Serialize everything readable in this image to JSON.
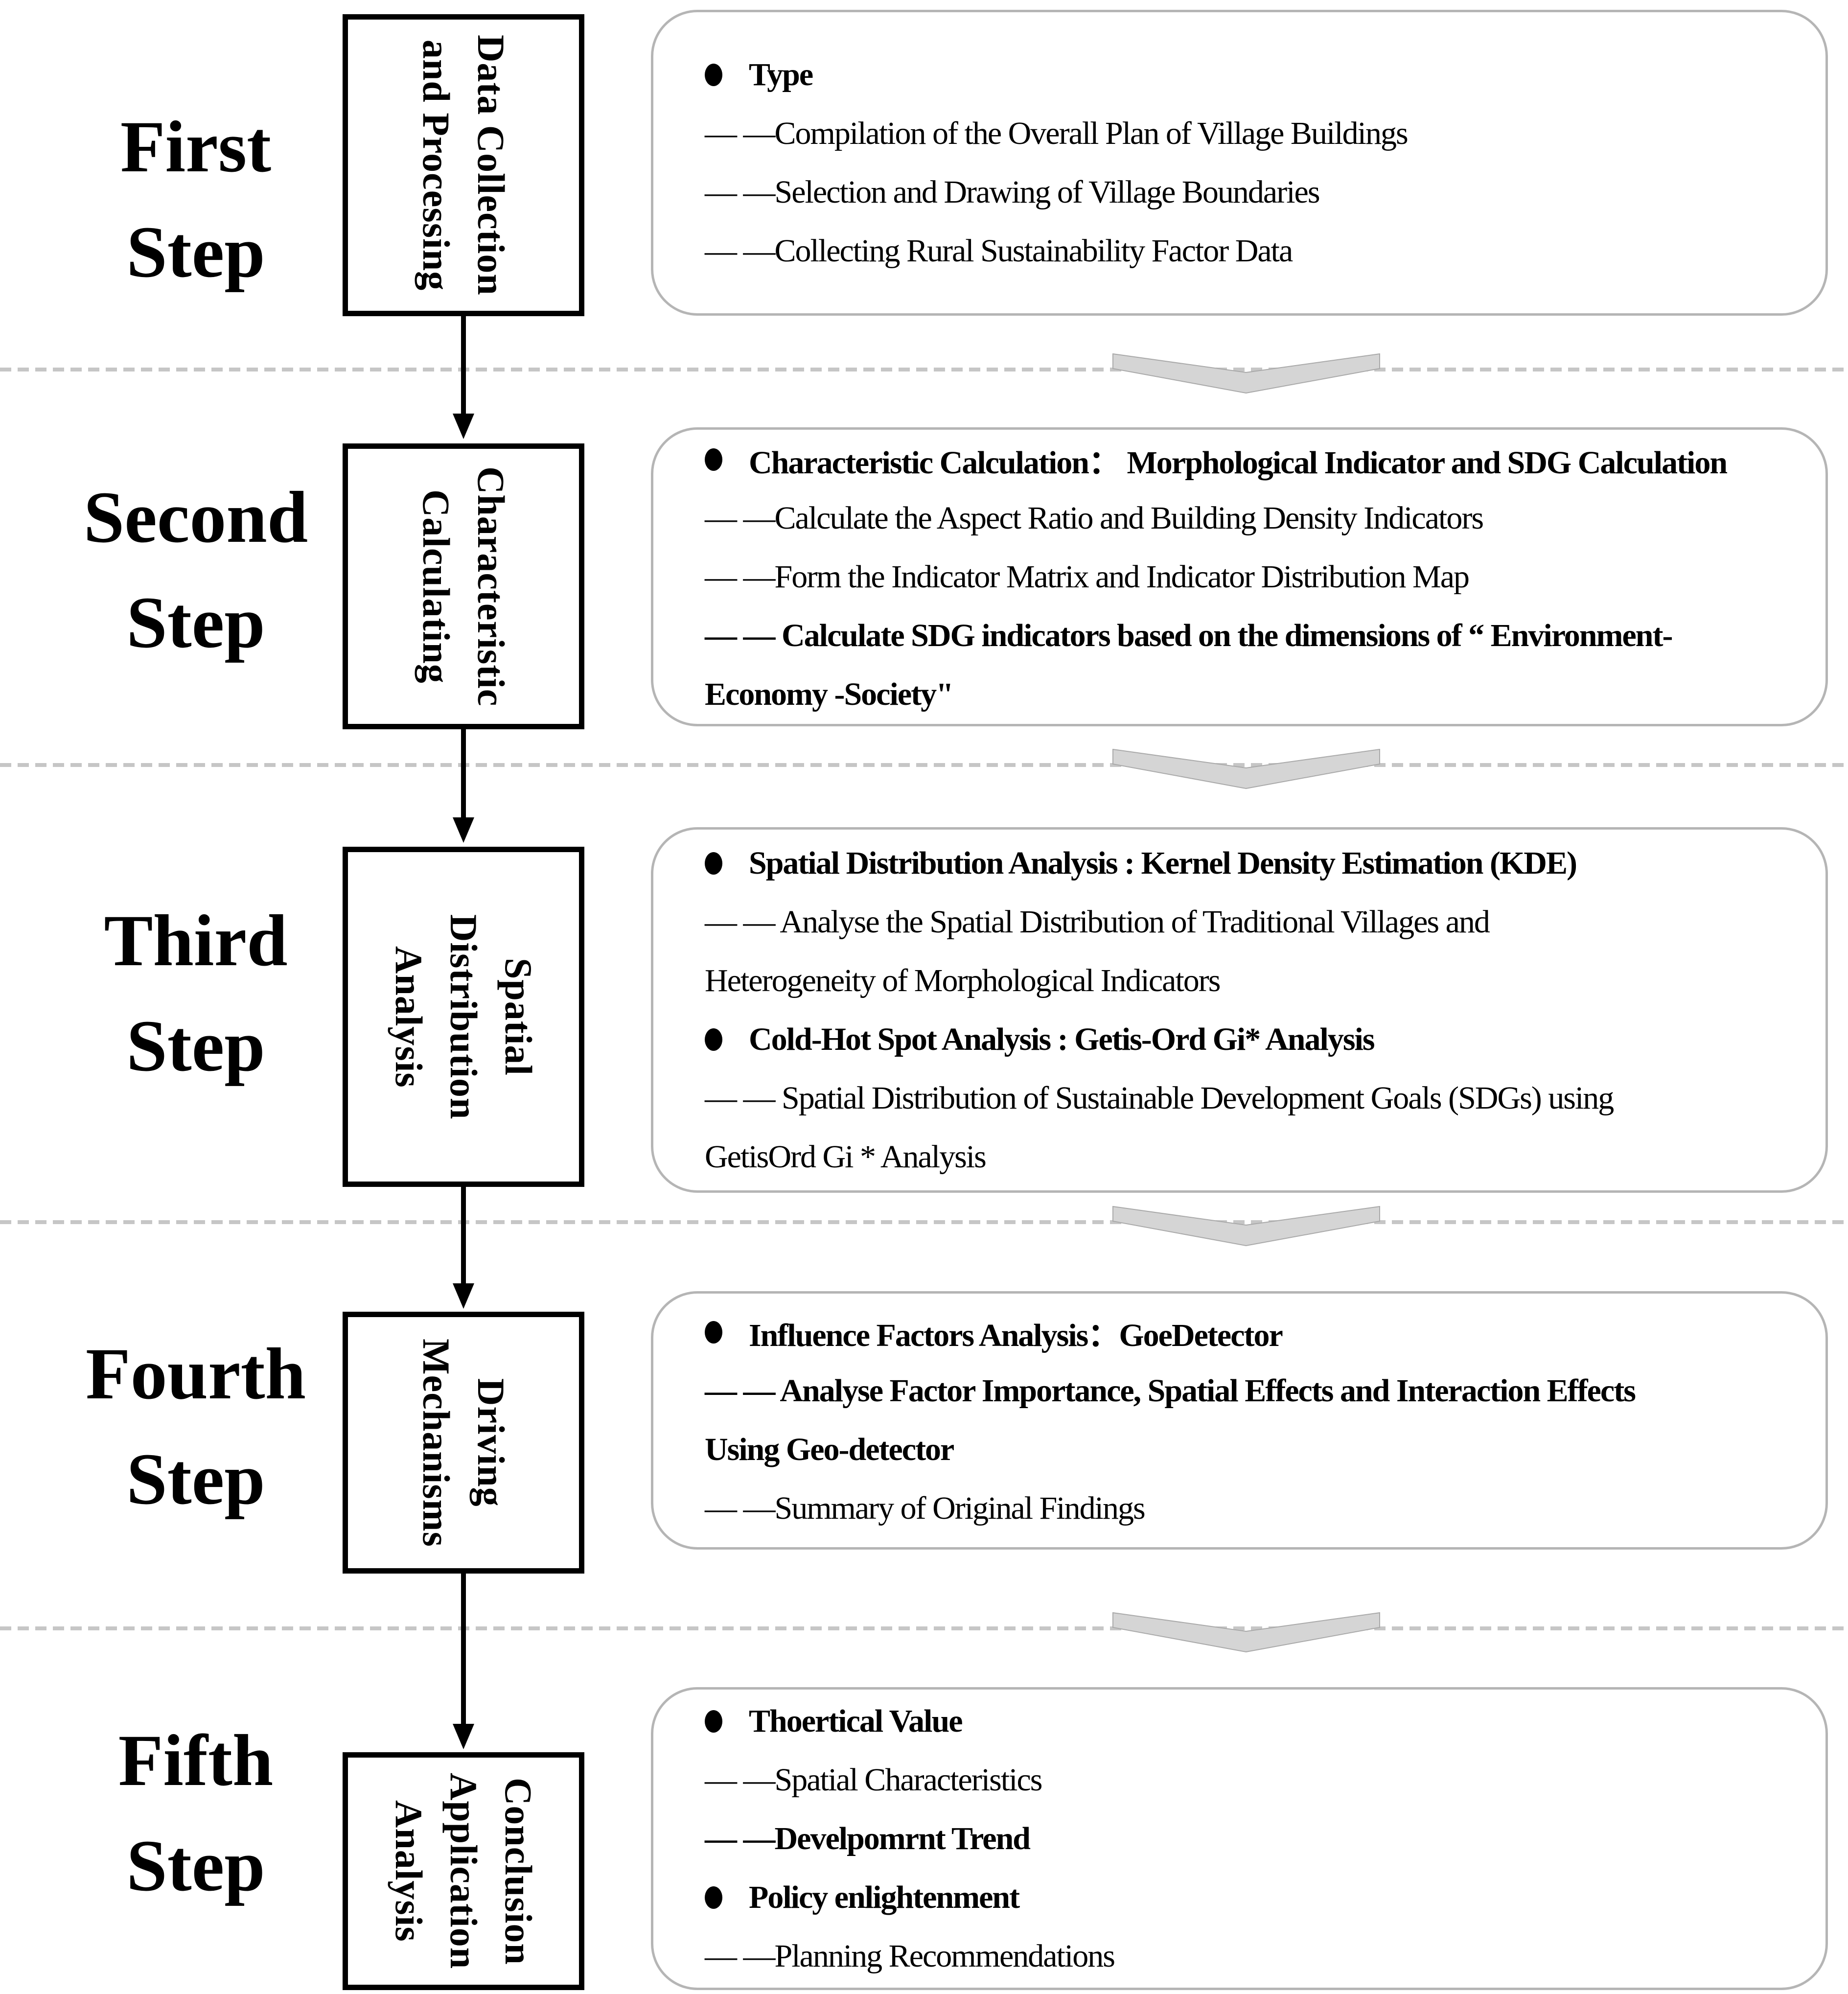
{
  "colors": {
    "text": "#000000",
    "box_border": "#000000",
    "panel_border": "#b5b5b5",
    "divider": "#c6c6c6",
    "chevron_fill": "#d5d5d5",
    "chevron_stroke": "#a9a9a9"
  },
  "steps": [
    {
      "label": "First\nStep",
      "box_label": "Data Collection\nand Processing",
      "panel_lines": [
        {
          "text": "Type"
        },
        {
          "text": "— —Compilation of the Overall Plan of Village Buildings"
        },
        {
          "text": "— —Selection and Drawing of Village Boundaries"
        },
        {
          "text": "— —Collecting Rural Sustainability Factor Data"
        }
      ]
    },
    {
      "label": "Second\nStep",
      "box_label": "Characteristic\nCalculating",
      "panel_lines": [
        {
          "text": "Characteristic Calculation： Morphological Indicator and SDG Calculation"
        },
        {
          "text": "— —Calculate the Aspect Ratio and Building Density Indicators"
        },
        {
          "text": "— —Form the Indicator Matrix and Indicator Distribution Map"
        },
        {
          "text": "— — Calculate SDG indicators based on the dimensions of “ Environment-"
        },
        {
          "text": "Economy -Society\""
        }
      ]
    },
    {
      "label": "Third\nStep",
      "box_label": "Spatial\nDistribution\nAnalysis",
      "panel_lines": [
        {
          "text": "Spatial Distribution Analysis :  Kernel Density Estimation (KDE)"
        },
        {
          "text": "— — Analyse the Spatial Distribution of Traditional Villages and"
        },
        {
          "text": "Heterogeneity of Morphological Indicators"
        },
        {
          "text": "Cold-Hot Spot Analysis : Getis-Ord Gi* Analysis"
        },
        {
          "text": "— — Spatial Distribution of Sustainable Development Goals (SDGs) using"
        },
        {
          "text": "GetisOrd Gi * Analysis"
        }
      ]
    },
    {
      "label": "Fourth\nStep",
      "box_label": "Driving\nMechanisms",
      "panel_lines": [
        {
          "text": "Influence Factors Analysis：GoeDetector"
        },
        {
          "text": "— — Analyse Factor Importance, Spatial Effects and Interaction Effects"
        },
        {
          "text": "Using Geo-detector"
        },
        {
          "text": "— —Summary of Original Findings"
        }
      ]
    },
    {
      "label": "Fifth\nStep",
      "box_label": "Conclusion\nApplication\nAnalysis",
      "panel_lines": [
        {
          "text": "Thoertical Value"
        },
        {
          "text": "— —Spatial Characteristics"
        },
        {
          "text": "— —Develpomrnt Trend"
        },
        {
          "text": "Policy enlightenment"
        },
        {
          "text": "— —Planning Recommendations"
        }
      ]
    }
  ]
}
